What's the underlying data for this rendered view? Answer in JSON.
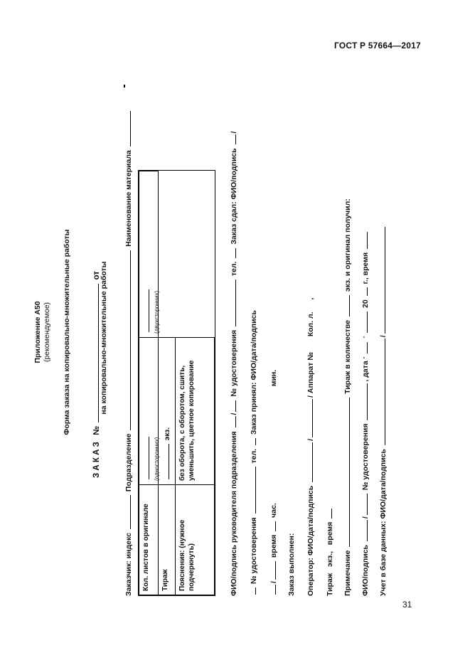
{
  "header": {
    "standard": "ГОСТ Р 57664—2017"
  },
  "page_number": "31",
  "appendix": {
    "title": "Приложение А50",
    "status": "(рекомендуемое)",
    "form_title": "Форма заказа на копировально-множительные работы"
  },
  "order": {
    "heading": "З А К А З",
    "number_label": "№",
    "from_label": "от",
    "subtitle": "на копировально-множительные работы"
  },
  "customer_line": {
    "index_label": "Заказчик: индекс",
    "department_label": "Подразделение",
    "material_label": "Наименование материала"
  },
  "table": {
    "row1_label": "Кол. листов в оригинале",
    "row1_single": "(односторонних)",
    "row1_double": "(двухсторонних)",
    "row2_label": "Тираж",
    "row2_unit": "экз.",
    "row3_label": "Пояснения: (нужное подчеркнуть)",
    "row3_value": "без оборота, с оборотом, сшить, уменьшить, цветное копирование"
  },
  "lines": {
    "head_sign": "ФИО/подпись руководителя подразделения",
    "id_label": "№ удостоверения",
    "tel_label": "тел.",
    "order_given": "Заказ сдал: ФИО/подпись",
    "id_label2": "№ удостоверения",
    "tel_label2": "тел.",
    "order_accepted": "Заказ принял: ФИО/дата/подпись",
    "time_label": "время",
    "hour_label": "час.",
    "min_label": "мин.",
    "done_label": "Заказ выполнен:",
    "operator_label": "Оператор: ФИО/дата/подпись",
    "apparatus_label": "Аппарат №",
    "pages_label": "Кол. л.",
    "run_label": "Тираж",
    "copies_label": "экз.,",
    "time_label2": "время",
    "note_label": "Примечание",
    "run_count_label": "Тираж в количестве",
    "received_label": "экз. и оригинал получил:",
    "fio_sign_label": "ФИО/подпись",
    "id_label3": "№ удостоверения",
    "date_label": "дата",
    "year_prefix": "20",
    "year_suffix": "г., время",
    "db_label": "Учет в базе данных: ФИО/дата/подпись",
    "quote": "\""
  }
}
